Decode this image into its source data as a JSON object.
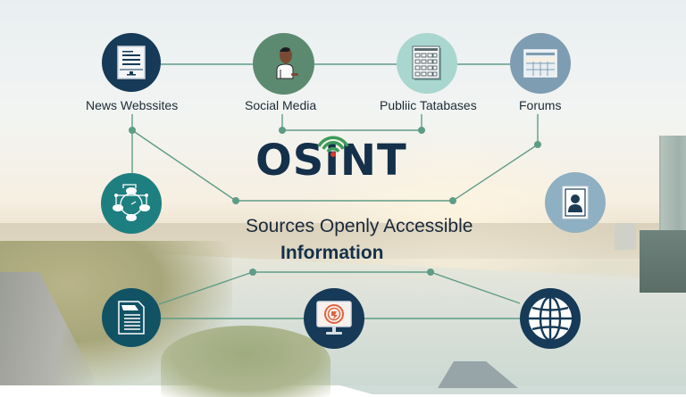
{
  "title": {
    "logo": "OSiNT",
    "logo_parts": [
      "OS",
      "i",
      "NT"
    ],
    "subtitle_line1": "Sources Openly Accessible",
    "subtitle_line2": "Information"
  },
  "sources": [
    {
      "id": "news",
      "label": "News  Webssites",
      "icon": "document-icon",
      "circle_color": "#163a57"
    },
    {
      "id": "social",
      "label": "Social Media",
      "icon": "person-icon",
      "circle_color": "#5c8a70"
    },
    {
      "id": "databases",
      "label": "Publiic  Tatabases",
      "icon": "spreadsheet-icon",
      "circle_color": "#a9d6cf"
    },
    {
      "id": "forums",
      "label": "Forums",
      "icon": "table-icon",
      "circle_color": "#7f9db2"
    },
    {
      "id": "network",
      "label": "",
      "icon": "network-icon",
      "circle_color": "#1e7f80"
    },
    {
      "id": "profile",
      "label": "",
      "icon": "profile-card-icon",
      "circle_color": "#8fb0c2"
    },
    {
      "id": "reports",
      "label": "",
      "icon": "report-document-icon",
      "circle_color": "#115264"
    },
    {
      "id": "media",
      "label": "",
      "icon": "monitor-icon",
      "circle_color": "#163a57"
    },
    {
      "id": "web",
      "label": "",
      "icon": "globe-icon",
      "circle_color": "#163a57"
    }
  ],
  "colors": {
    "connector": "#5f9c88",
    "logo_text": "#14304a",
    "signal_green": "#3e9b5a",
    "signal_dot": "#d63a2e"
  }
}
